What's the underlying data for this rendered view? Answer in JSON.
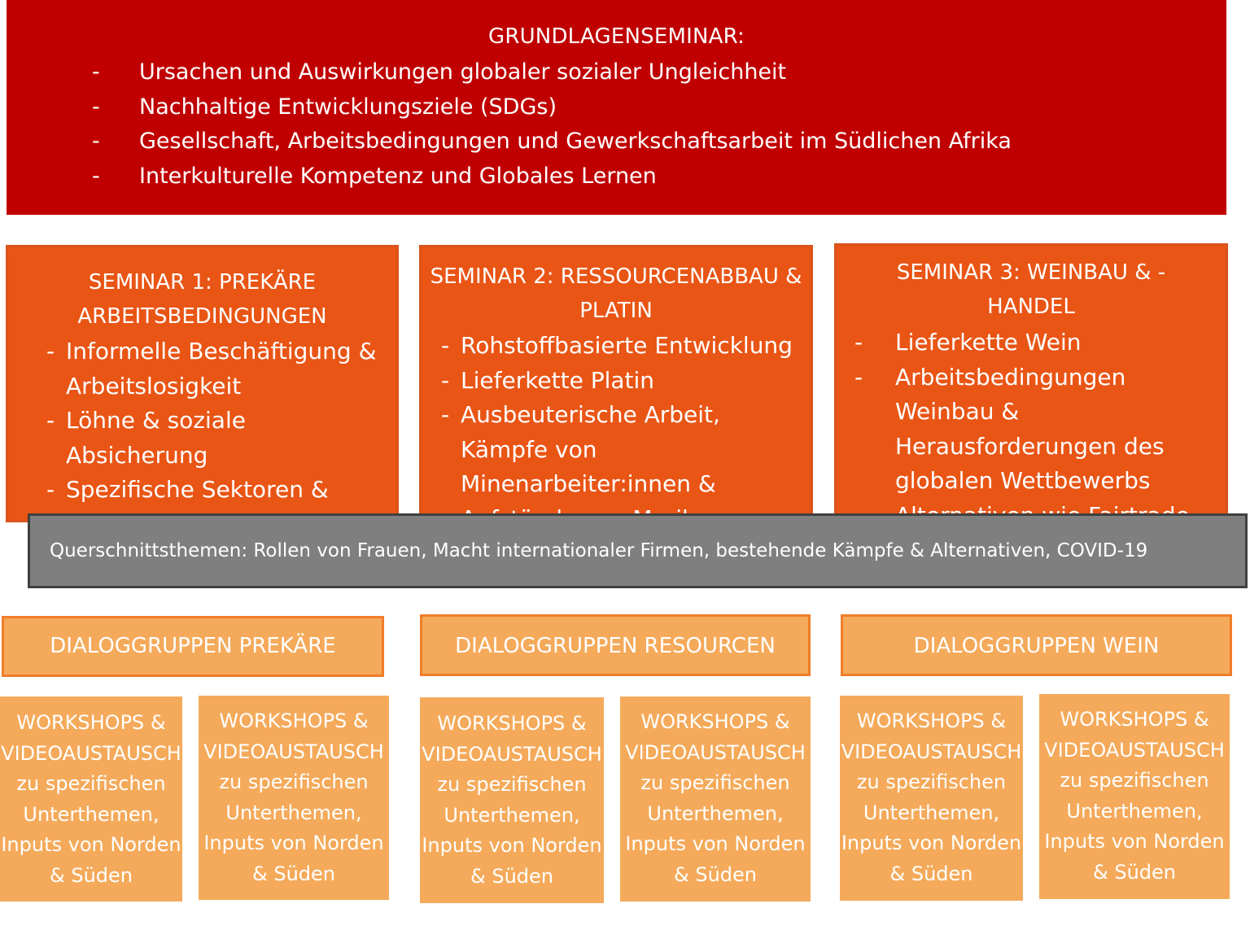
{
  "grundlagen": {
    "title": "GRUNDLAGENSEMINAR:",
    "items": [
      "Ursachen und Auswirkungen globaler sozialer Ungleichheit",
      "Nachhaltige Entwicklungsziele (SDGs)",
      "Gesellschaft, Arbeitsbedingungen und Gewerkschaftsarbeit im Südlichen Afrika",
      "Interkulturelle Kompetenz und Globales Lernen"
    ]
  },
  "seminars": [
    {
      "title_line1": "SEMINAR 1: PREKÄRE",
      "title_line2": "ARBEITSBEDINGUNGEN",
      "items": [
        "Informelle Beschäftigung & Arbeitslosigkeit",
        "Löhne & soziale Absicherung",
        "Spezifische Sektoren & persönliche Geschichten"
      ]
    },
    {
      "title_line1": "SEMINAR 2: RESSOURCENABBAU &",
      "title_line2": "PLATIN",
      "items": [
        "Rohstoffbasierte Entwicklung",
        "Lieferkette Platin",
        "Ausbeuterische Arbeit, Kämpfe von Minenarbeiter:innen & Aufstände von Marikana"
      ]
    },
    {
      "title_line1": "SEMINAR 3: WEINBAU & -",
      "title_line2": "HANDEL",
      "items": [
        "Lieferkette Wein",
        "Arbeitsbedingungen Weinbau & Herausforderungen des globalen Wettbewerbs",
        "Alternativen wie Fairtrade"
      ]
    }
  ],
  "querschnitt": {
    "label": "Querschnittsthemen",
    "text": ": Rollen von Frauen, Macht internationaler Firmen, bestehende Kämpfe & Alternativen, COVID-19"
  },
  "dialoggruppen": [
    "DIALOGGRUPPEN PREKÄRE",
    "DIALOGGRUPPEN RESOURCEN",
    "DIALOGGRUPPEN WEIN"
  ],
  "workshop": {
    "line1": "WORKSHOPS &",
    "line2": "VIDEOAUSTAUSCH",
    "line3": "zu spezifischen",
    "line4": "Unterthemen,",
    "line5": "Inputs von Norden",
    "line6": "& Süden"
  },
  "colors": {
    "red": "#c00000",
    "orange": "#e95515",
    "grey": "#7f7f7f",
    "light_orange": "#f4aa5a"
  }
}
